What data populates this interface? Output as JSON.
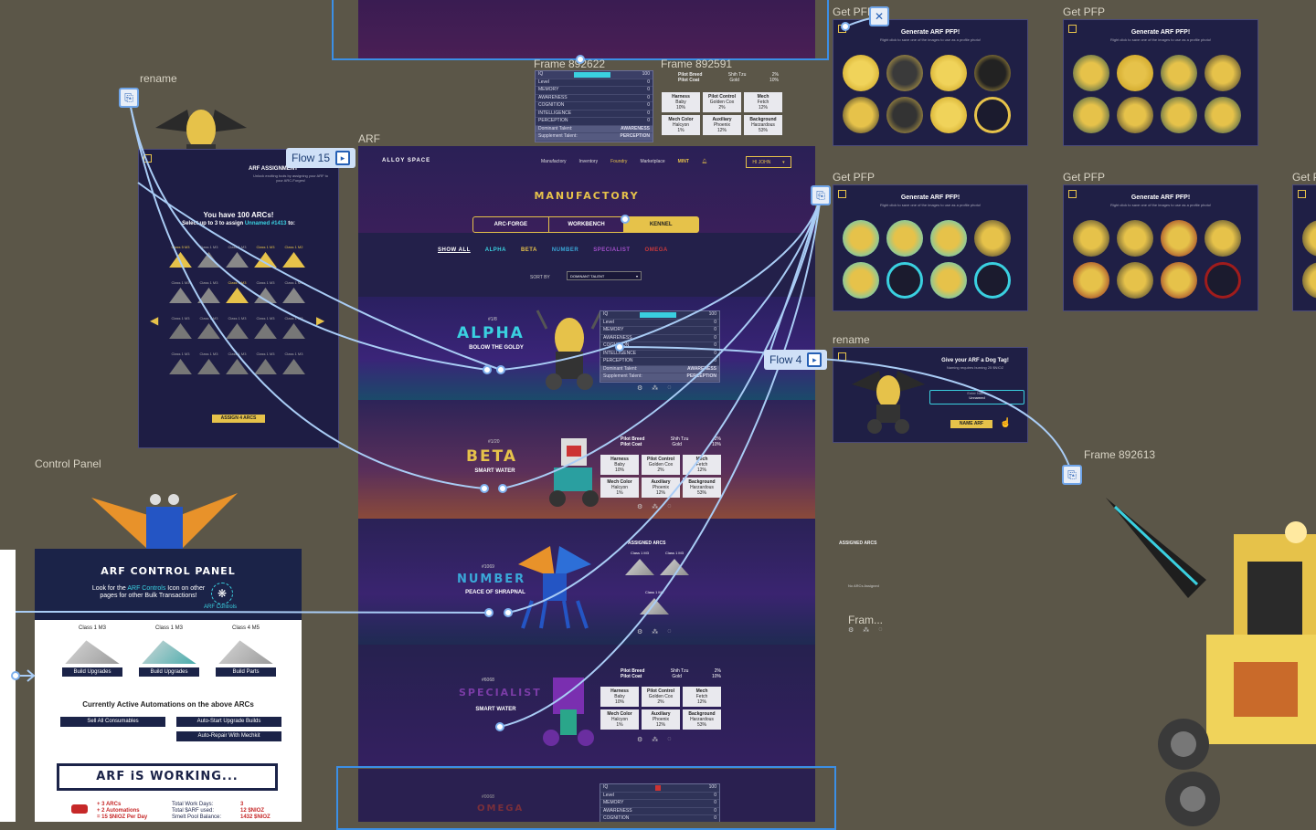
{
  "frame_labels": {
    "rename_top": "rename",
    "frame_892622": "Frame 892622",
    "frame_892591": "Frame 892591",
    "arf": "ARF",
    "control_panel": "Control Panel",
    "rename_right": "rename",
    "frame_892613": "Frame 892613",
    "fram_small": "Fram...",
    "get_pfp": "Get PFP",
    "get_pfp_cut": "Get P"
  },
  "flows": {
    "flow15": "Flow 15",
    "flow4": "Flow 4"
  },
  "stat_labels": [
    "IQ",
    "Level",
    "MEMORY",
    "AWARENESS",
    "COGNITION",
    "INTELLIGENCE",
    "PERCEPTION"
  ],
  "stat_values": {
    "iq": "100",
    "zero": "0"
  },
  "talent": {
    "dominant_label": "Dominant Talent:",
    "dominant_value": "AWARENESS",
    "supplement_label": "Supplement Talent:",
    "supplement_value": "PERCEPTION"
  },
  "breed": {
    "breed_label": "Pilot Breed",
    "breed_value": "Shih Tzu",
    "breed_pct": "2%",
    "coat_label": "Pilot Coat",
    "coat_value": "Gold",
    "coat_pct": "10%"
  },
  "traits": [
    {
      "name": "Harness",
      "value": "Baby",
      "pct": "10%"
    },
    {
      "name": "Pilot Control",
      "value": "Golden Cox",
      "pct": "2%"
    },
    {
      "name": "Mech",
      "value": "Fetch",
      "pct": "12%"
    },
    {
      "name": "Mech Color",
      "value": "Halcyon",
      "pct": "1%"
    },
    {
      "name": "Auxiliary",
      "value": "Phoenix",
      "pct": "12%"
    },
    {
      "name": "Background",
      "value": "Harzardous",
      "pct": "53%"
    }
  ],
  "arf_page": {
    "logo": "ALLOY SPACE",
    "nav": [
      "Manufactory",
      "Inventory",
      "Foundry",
      "Marketplace",
      "MINT"
    ],
    "user": "HI JOHN",
    "heading": "MANUFACTORY",
    "tabs": [
      "ARC-FORGE",
      "WORKBENCH",
      "KENNEL"
    ],
    "filters": [
      "SHOW ALL",
      "ALPHA",
      "BETA",
      "NUMBER",
      "SPECIALIST",
      "OMEGA"
    ],
    "sort_label": "SORT BY",
    "sort_value": "DOMINANT TALENT",
    "alpha": {
      "id": "#1/8",
      "name": "ALPHA",
      "sub": "BOLOW THE GOLDY"
    },
    "beta": {
      "id": "#1/20",
      "name": "BETA",
      "sub": "SMART WATER"
    },
    "number": {
      "id": "#1069",
      "name": "NUMBER",
      "sub": "PEACE OF SHRAPNAL"
    },
    "specialist": {
      "id": "#6068",
      "name": "SPECIALIST",
      "sub": "SMART WATER"
    },
    "omega": {
      "id": "#0068",
      "name": "OMEGA"
    },
    "assigned_title": "ASSIGNED ARCS",
    "assigned_items": [
      "Class 1 M3",
      "Class 1 M3",
      "Class 1 M3"
    ]
  },
  "assignment": {
    "title": "ARF ASSIGNMENT",
    "desc": "Unlock exciting tools by assigning your ARF to your ARC-Forges!",
    "count_line": "You have 100 ARCs!",
    "select_prefix": "Select up to 3 to assign ",
    "select_name": "Unnamed #1413",
    "select_suffix": " to:",
    "classes": [
      "Class 5 M3",
      "Class 1 M3",
      "Class 1 M3",
      "Class 1 M3",
      "Class 1 M2"
    ],
    "generic_class": "Class 1 M3",
    "button": "ASSIGN 4 ARCS"
  },
  "control": {
    "title": "ARF CONTROL PANEL",
    "desc_a": "Look for the ",
    "desc_link": "ARF Controls",
    "desc_b": " Icon on other pages for other Bulk Transactions!",
    "icon_label": "ARF Controls",
    "items": [
      {
        "label": "Class 1 M3",
        "button": "Build Upgrades"
      },
      {
        "label": "Class 1 M3",
        "button": "Build Upgrades"
      },
      {
        "label": "Class 4 M5",
        "button": "Build Parts"
      }
    ],
    "automations_title": "Currently Active Automations on the above ARCs",
    "automations": [
      "Sell All Consumables",
      "Auto-Start Upgrade Builds",
      "Auto-Repair With Mechkit"
    ],
    "working": "ARF iS WORKING...",
    "summary_left": [
      "+ 3 ARCs",
      "+ 2 Automations",
      "= 15 $NIOZ Per Day"
    ],
    "summary_labels": [
      "Total Work Days:",
      "Total $ARF used:",
      "Smelt Pool Balance:"
    ],
    "summary_values": [
      "3",
      "12 $NIOZ",
      "1432 $NIOZ"
    ]
  },
  "pfp": {
    "title": "Generate ARF PFP!",
    "sub": "Right click to save one of the images to use as a profile photo!"
  },
  "rename_card": {
    "title": "Give your ARF a Dog Tag!",
    "sub": "Naming requires burning 25 $NIOZ",
    "field_label": "Enter Name",
    "field_value": "Unnamed",
    "button": "NAME ARF"
  },
  "assigned_small": {
    "title": "ASSIGNED ARCS",
    "empty": "No ARCs Assigned"
  },
  "colors": {
    "canvas": "#5b5648",
    "panel": "#1f1f45",
    "accent_gold": "#e6c24a",
    "cyan": "#3ad0e0",
    "proto_line": "#8ec2ff"
  }
}
